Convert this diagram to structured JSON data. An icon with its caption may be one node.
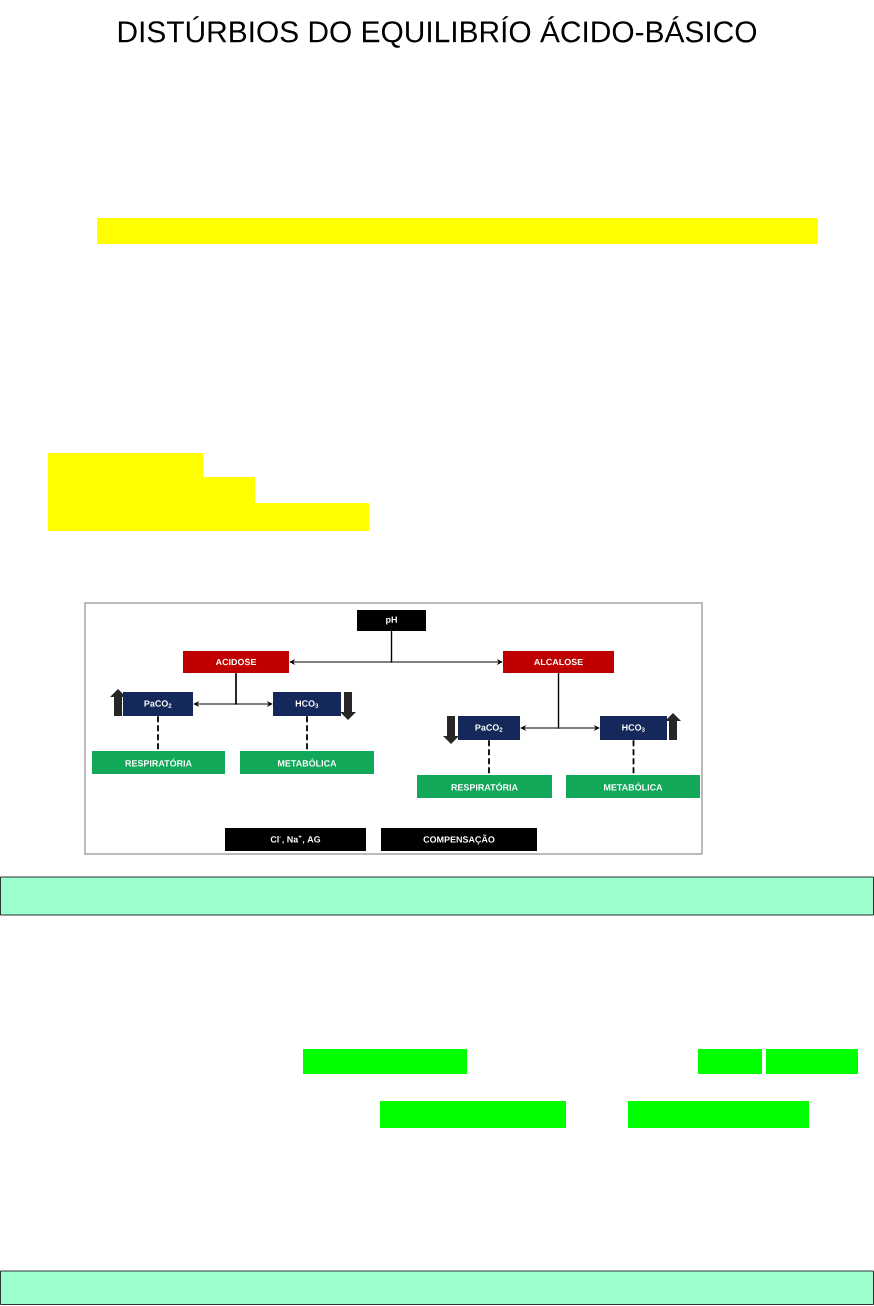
{
  "diagram": {
    "title": "DISTÚRBIOS DO EQUILIBRÍO ÁCIDO-BÁSICO",
    "nodes": [
      {
        "text": [
          "pH"
        ]
      },
      {
        "text": [
          "ACIDOSE"
        ]
      },
      {
        "text": [
          "ALCALOSE"
        ]
      },
      {
        "text": [
          "PaCO$_{2}$"
        ]
      },
      {
        "text": [
          "HCO$_{3}$"
        ]
      },
      {
        "text": [
          "RESPIRATÓRIA"
        ]
      },
      {
        "text": [
          "METABÓLICA"
        ]
      },
      {
        "text": [
          "PaCO$_{2}$"
        ]
      },
      {
        "text": [
          "HCO$_{3}$"
        ]
      },
      {
        "text": [
          "RESPIRATÓRIA"
        ]
      },
      {
        "text": [
          "METABÓLICA"
        ]
      },
      {
        "text": [
          "Cl$^{-}$, Na$^{+}$, AG"
        ]
      },
      {
        "text": [
          "COMPENSAÇÃO"
        ]
      },
      {
        "text": [],
        "shape": "box"
      },
      {
        "text": [],
        "shape": "box"
      }
    ],
    "edges": [
      {
        "from": 0,
        "to": 1,
        "arrow": "to"
      },
      {
        "from": 0,
        "to": 2,
        "arrow": "to"
      },
      {
        "from": 1,
        "to": 3,
        "arrow": "to"
      },
      {
        "from": 1,
        "to": 4,
        "arrow": "to"
      },
      {
        "from": 2,
        "to": 7,
        "arrow": "to"
      },
      {
        "from": 2,
        "to": 8,
        "arrow": "to"
      },
      {
        "from": 3,
        "to": 5,
        "arrow": "none",
        "style": "dashed"
      },
      {
        "from": 4,
        "to": 6,
        "arrow": "none",
        "style": "dashed"
      },
      {
        "from": 7,
        "to": 9,
        "arrow": "none",
        "style": "dashed"
      },
      {
        "from": 8,
        "to": 10,
        "arrow": "none",
        "style": "dashed"
      }
    ]
  }
}
